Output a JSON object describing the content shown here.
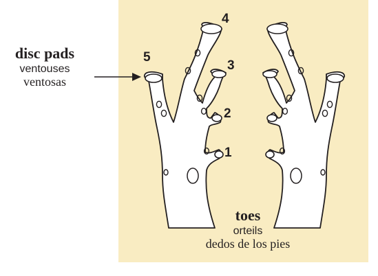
{
  "colors": {
    "panel": "#f9ecc2",
    "foot": "#ffffff",
    "outline": "#231f20"
  },
  "disc_pads": {
    "en": "disc pads",
    "fr": "ventouses",
    "es": "ventosas"
  },
  "toes": {
    "en": "toes",
    "fr": "orteils",
    "es": "dedos de los pies"
  },
  "toe_numbers": [
    "1",
    "2",
    "3",
    "4",
    "5"
  ]
}
